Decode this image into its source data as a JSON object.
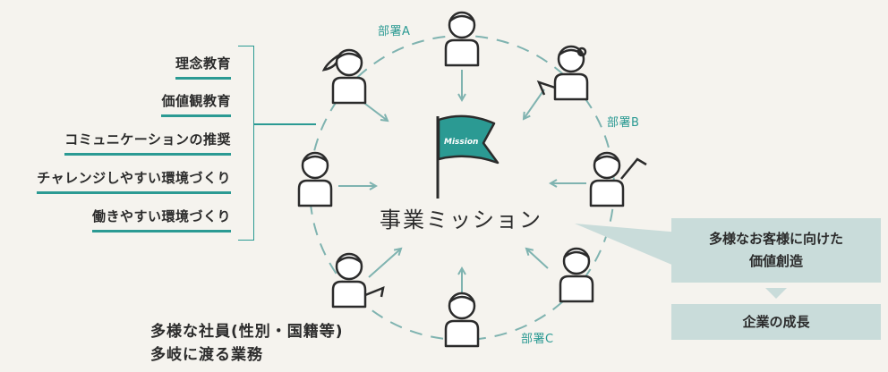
{
  "measures": [
    "理念教育",
    "価値観教育",
    "コミュニケーションの推奨",
    "チャレンジしやすい環境づくり",
    "働きやすい環境づくり"
  ],
  "departments": {
    "a": "部署A",
    "b": "部署B",
    "c": "部署C"
  },
  "flag_label": "Mission",
  "center_title": "事業ミッション",
  "employees": {
    "line1": "多様な社員(性別・国籍等)",
    "line2": "多岐に渡る業務"
  },
  "outcome": {
    "value_creation_line1": "多様なお客様に向けた",
    "value_creation_line2": "価値創造",
    "growth": "企業の成長"
  },
  "colors": {
    "teal": "#2b9a93",
    "box": "#c9dcda",
    "background": "#f5f3ee",
    "ink": "#2b2b2b"
  }
}
